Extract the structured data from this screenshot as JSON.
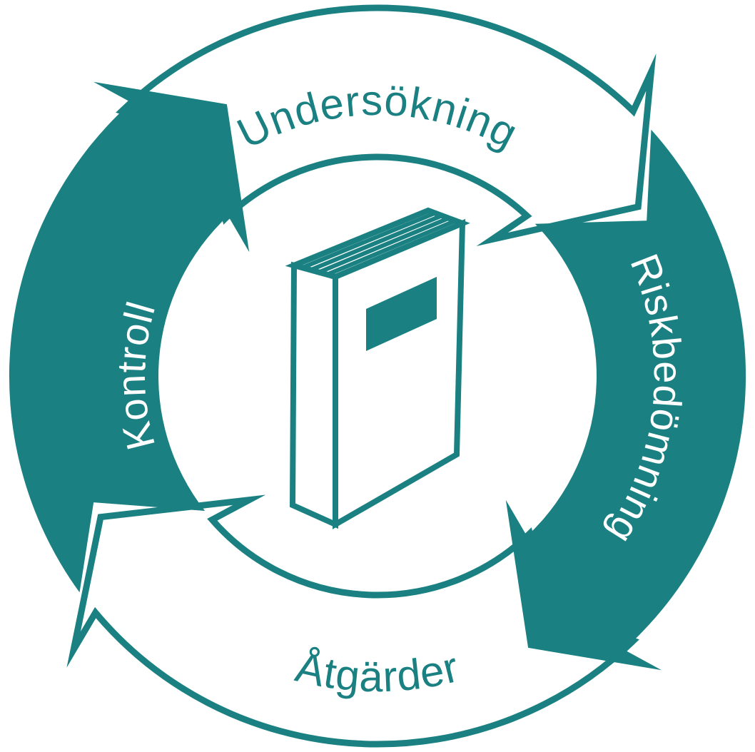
{
  "diagram": {
    "type": "cycle",
    "direction": "clockwise",
    "steps": [
      {
        "label": "Undersökning",
        "position": "top",
        "style": "white-outlined-arrow"
      },
      {
        "label": "Riskbedömning",
        "position": "right",
        "style": "teal-filled-arrow"
      },
      {
        "label": "Åtgärder",
        "position": "bottom",
        "style": "white-outlined-arrow"
      },
      {
        "label": "Kontroll",
        "position": "left",
        "style": "teal-filled-arrow"
      }
    ],
    "center_icon": "book-icon"
  },
  "colors": {
    "teal": "#1A8081",
    "white": "#FFFFFF"
  }
}
